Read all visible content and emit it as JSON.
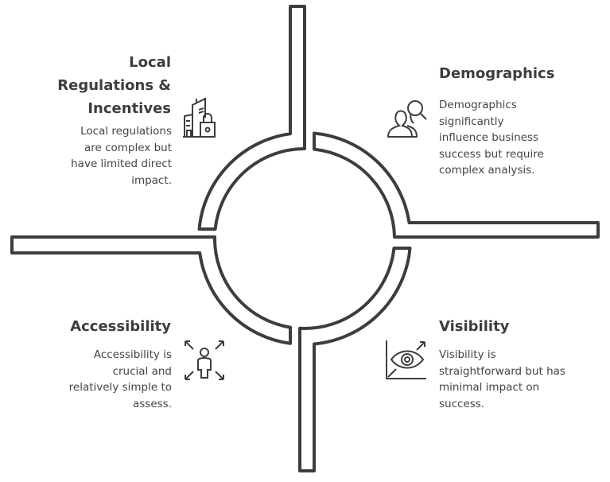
{
  "colors": {
    "stroke": "#3d3d3d",
    "text": "#3d3d3d",
    "background": "#ffffff"
  },
  "sections": {
    "regulations": {
      "title": "Local\nRegulations &\nIncentives",
      "body": "Local regulations\nare complex but\nhave limited direct\nimpact.",
      "icon": "city-lock-icon"
    },
    "demographics": {
      "title": "Demographics",
      "body": "Demographics\nsignificantly\ninfluence business\nsuccess but require\ncomplex analysis.",
      "icon": "people-search-icon"
    },
    "accessibility": {
      "title": "Accessibility",
      "body": "Accessibility is\ncrucial and\nrelatively simple to\nassess.",
      "icon": "person-arrows-icon"
    },
    "visibility": {
      "title": "Visibility",
      "body": "Visibility is\nstraightforward but has\nminimal impact on\nsuccess.",
      "icon": "eye-chart-icon"
    }
  }
}
